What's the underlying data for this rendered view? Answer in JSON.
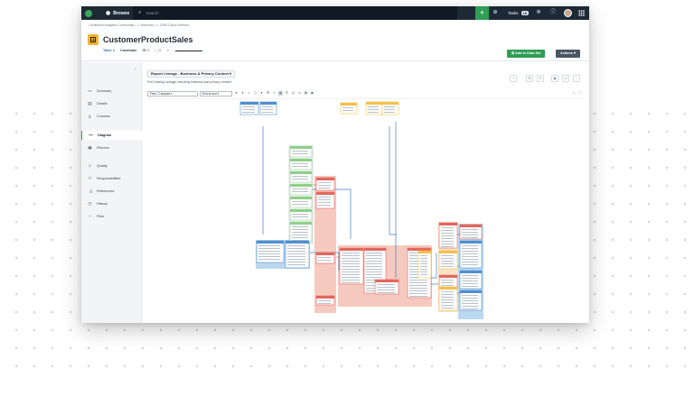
{
  "topbar": {
    "browse_label": "Browse",
    "search_placeholder": "Search",
    "tasks_label": "Tasks",
    "tasks_count": "18",
    "accent_color": "#2f9d55",
    "bar_color": "#1d2a36"
  },
  "breadcrumb": {
    "items": [
      "Business Analysts Community",
      "Schemas",
      "CRM Cloud Refined"
    ]
  },
  "asset": {
    "title": "CustomerProductSales",
    "type_label": "Table",
    "status_label": "Candidate",
    "views_count": "0",
    "comments_count": "0",
    "icon_color": "#f2b233"
  },
  "header_actions": {
    "add_to_dataset_label": "Add to Data Set",
    "actions_label": "Actions"
  },
  "sidebar": {
    "items": [
      {
        "label": "Summary",
        "icon": "summary-icon",
        "glyph": "▭"
      },
      {
        "label": "Details",
        "icon": "details-icon",
        "glyph": "▤"
      },
      {
        "label": "Columns",
        "icon": "columns-icon",
        "glyph": "⫴"
      },
      {
        "label": "Diagram",
        "icon": "diagram-icon",
        "glyph": "⊶"
      },
      {
        "label": "Pictures",
        "icon": "pictures-icon",
        "glyph": "▣"
      },
      {
        "label": "Quality",
        "icon": "quality-icon",
        "glyph": "◇"
      },
      {
        "label": "Responsibilities",
        "icon": "responsibilities-icon",
        "glyph": "⚇"
      },
      {
        "label": "References",
        "icon": "references-icon",
        "glyph": "⤨"
      },
      {
        "label": "History",
        "icon": "history-icon",
        "glyph": "◷"
      },
      {
        "label": "Files",
        "icon": "files-icon",
        "glyph": "⌁"
      }
    ],
    "active": "Diagram"
  },
  "diagram": {
    "view_dropdown_label": "Report Lineage - Business & Privacy Context",
    "subtitle": "Full Catalog Lineage including business and privacy context",
    "layout_select": "Flow / Compact",
    "direction_select": "End-to-end",
    "node_colors": {
      "blue": "#4f8fd0",
      "yellow": "#f4c04a",
      "green": "#8fcf8a",
      "red": "#e2675e"
    }
  }
}
